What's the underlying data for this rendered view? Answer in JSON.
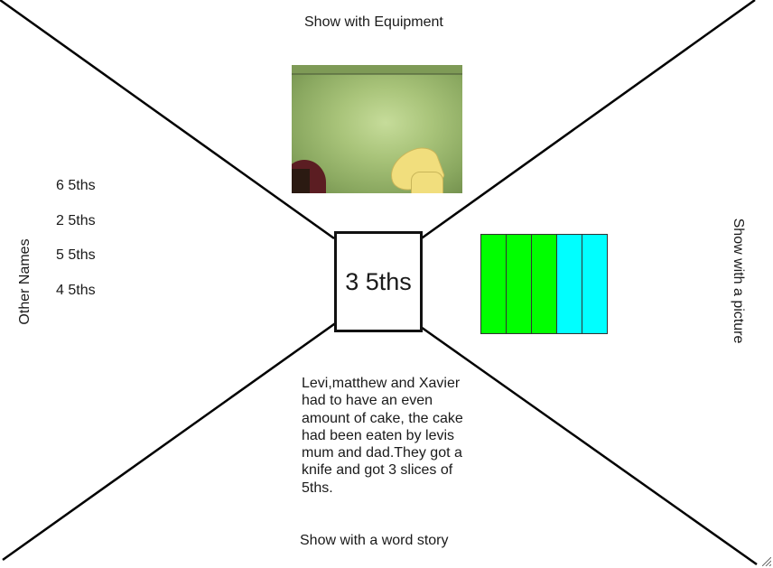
{
  "sections": {
    "top_heading": "Show with Equipment",
    "left_heading": "Other Names",
    "right_heading": "Show with a picture",
    "bottom_heading": "Show with a word story"
  },
  "center": {
    "value": "3 5ths"
  },
  "other_names": [
    "6 5ths",
    "2 5ths",
    "5 5ths",
    "4 5ths"
  ],
  "picture": {
    "total_parts": 5,
    "shaded_parts": 3,
    "shaded_color": "#00ff00",
    "unshaded_color": "#00ffff"
  },
  "word_story": "Levi,matthew and Xavier had to have an even amount of cake, the cake had been eaten by levis mum and dad.They got a knife and got 3 slices of 5ths.",
  "photo": {
    "icon": "photo-of-fraction-pieces"
  }
}
